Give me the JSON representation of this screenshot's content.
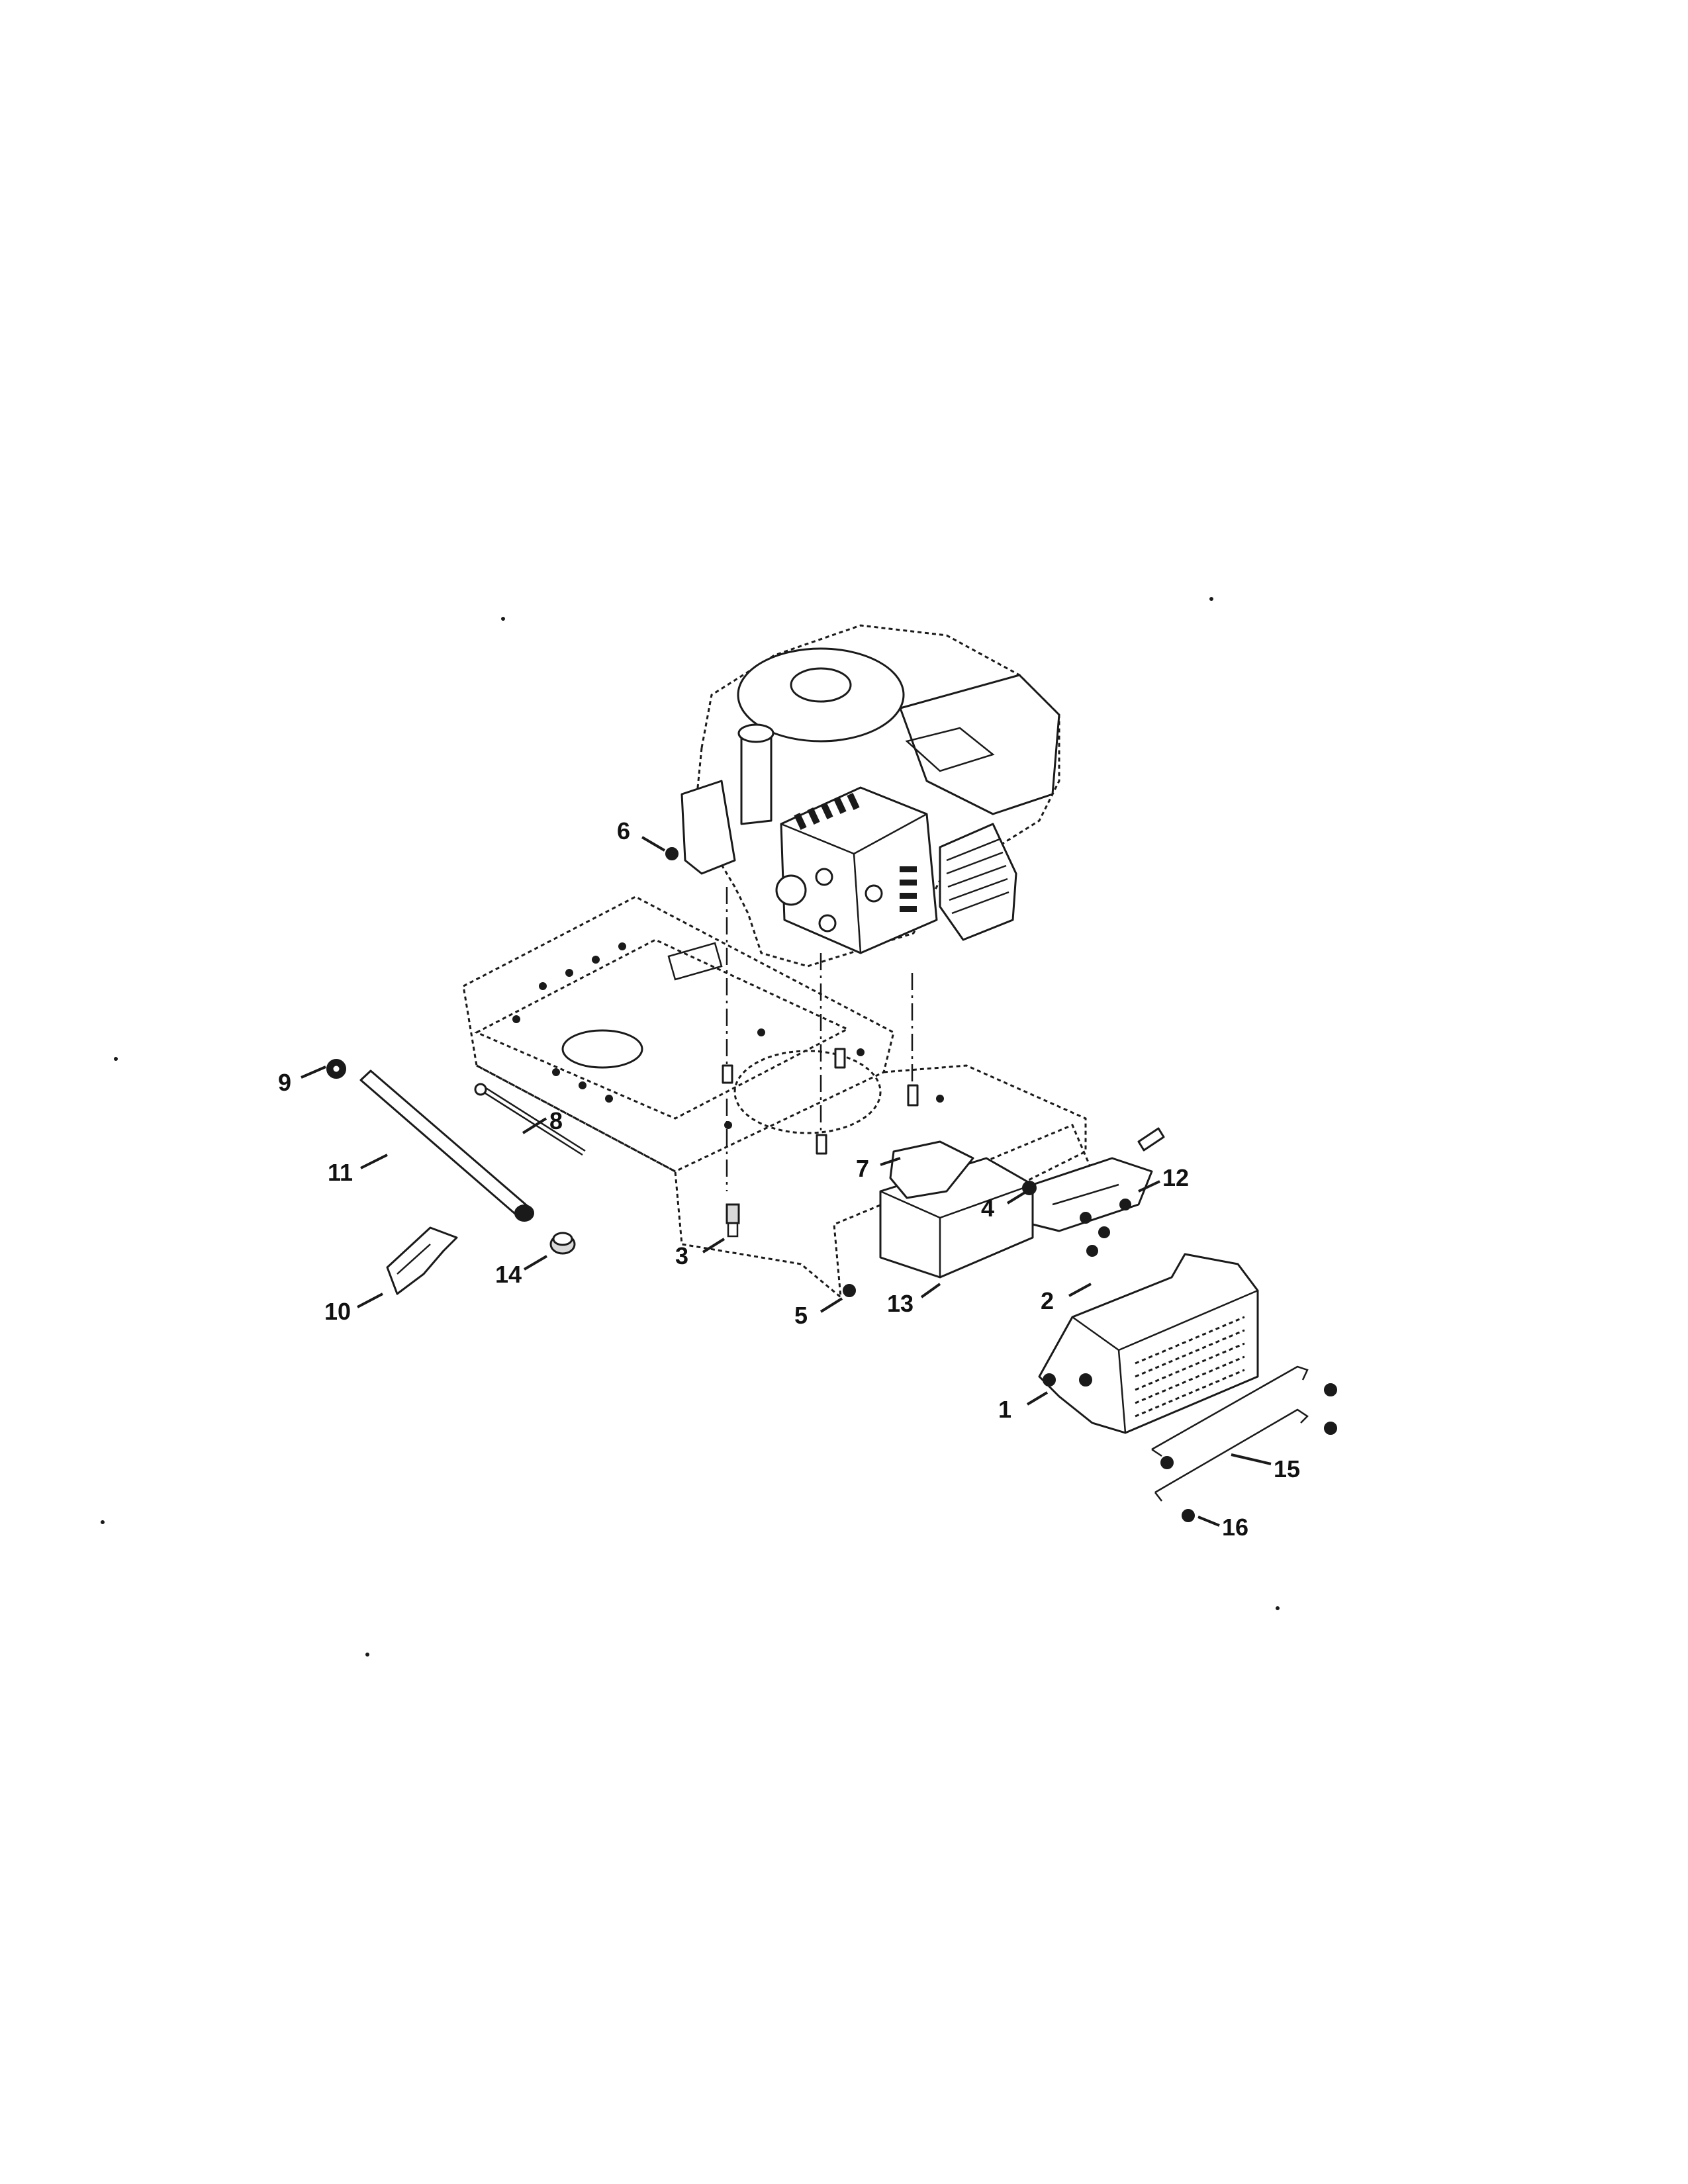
{
  "diagram": {
    "callouts": [
      {
        "id": "callout-1",
        "label": "1"
      },
      {
        "id": "callout-2",
        "label": "2"
      },
      {
        "id": "callout-3",
        "label": "3"
      },
      {
        "id": "callout-4",
        "label": "4"
      },
      {
        "id": "callout-5",
        "label": "5"
      },
      {
        "id": "callout-6",
        "label": "6"
      },
      {
        "id": "callout-7",
        "label": "7"
      },
      {
        "id": "callout-8",
        "label": "8"
      },
      {
        "id": "callout-9",
        "label": "9"
      },
      {
        "id": "callout-10",
        "label": "10"
      },
      {
        "id": "callout-11",
        "label": "11"
      },
      {
        "id": "callout-12",
        "label": "12"
      },
      {
        "id": "callout-13",
        "label": "13"
      },
      {
        "id": "callout-14",
        "label": "14"
      },
      {
        "id": "callout-15",
        "label": "15"
      },
      {
        "id": "callout-16",
        "label": "16"
      }
    ]
  }
}
